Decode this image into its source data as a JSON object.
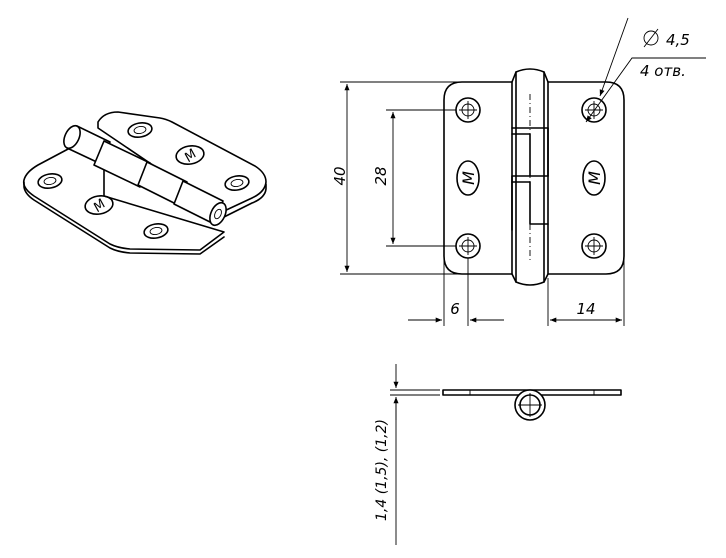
{
  "drawing": {
    "hole_callout": {
      "diameter": "4,5",
      "count": "4 отв."
    },
    "dimensions": {
      "height": "40",
      "hole_spacing": "28",
      "edge_left": "6",
      "edge_right": "14"
    },
    "thickness_note": "1,4 (1,5), (1,2)",
    "logo_letter": "M"
  }
}
